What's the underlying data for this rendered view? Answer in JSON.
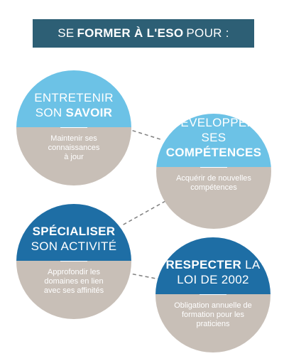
{
  "header": {
    "prefix": "SE",
    "bold": "FORMER À L'ESO",
    "suffix": "POUR :"
  },
  "circles": [
    {
      "title_line1": "ENTRETENIR",
      "title_line2_plain": "SON",
      "title_line2_bold": "SAVOIR",
      "body": [
        "Maintenir ses",
        "connaissances",
        "à jour"
      ]
    },
    {
      "title_line1": "DÉVELOPPER",
      "title_line2_plain": "SES",
      "title_line2_bold": "COMPÉTENCES",
      "body": [
        "Acquérir de nouvelles",
        "compétences"
      ]
    },
    {
      "title_line1_bold": "SPÉCIALISER",
      "title_line2_plain": "SON ACTIVITÉ",
      "body": [
        "Approfondir les",
        "domaines en lien",
        "avec ses affinités"
      ]
    },
    {
      "title_line1_bold": "RESPECTER",
      "title_line1_plain": "LA",
      "title_line2_plain": "LOI DE 2002",
      "body": [
        "Obligation annuelle de",
        "formation pour les",
        "praticiens"
      ]
    }
  ],
  "colors": {
    "header": "#2d5f75",
    "light_blue": "#6cc2e6",
    "dark_blue": "#1e6ea5",
    "taupe": "#c8bfb7",
    "connector": "#7f7f7f"
  }
}
